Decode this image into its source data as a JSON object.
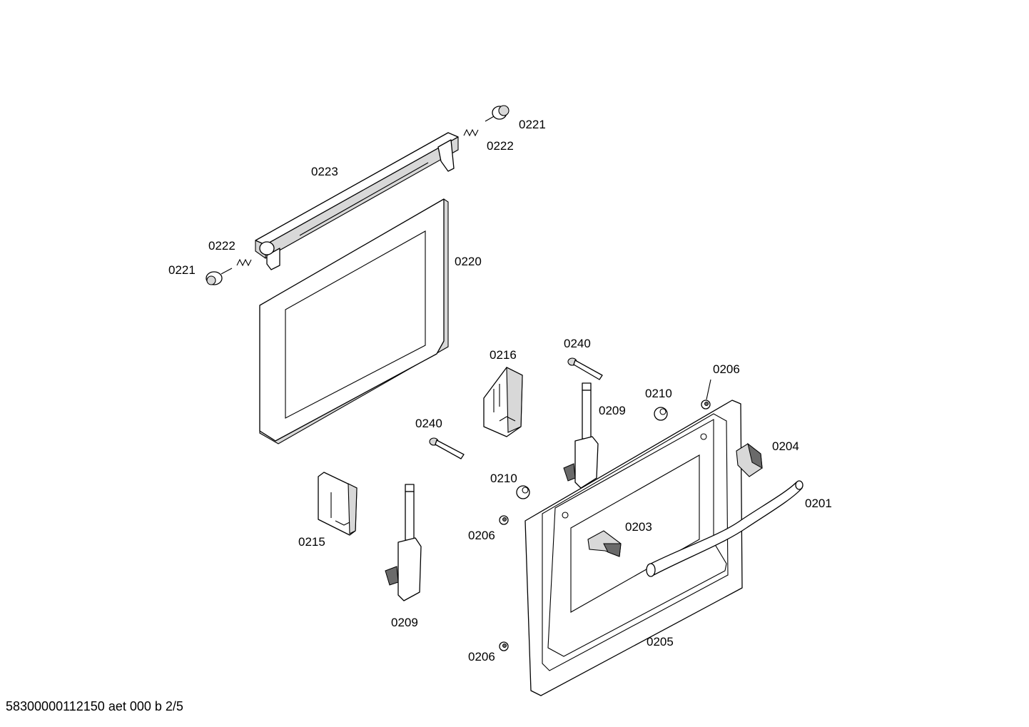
{
  "diagram": {
    "labels": {
      "p0221_top": "0221",
      "p0222_top": "0222",
      "p0223": "0223",
      "p0222_left": "0222",
      "p0221_left": "0221",
      "p0220": "0220",
      "p0216": "0216",
      "p0240_top": "0240",
      "p0206_top": "0206",
      "p0210_top": "0210",
      "p0209_right": "0209",
      "p0240_mid": "0240",
      "p0204": "0204",
      "p0210_mid": "0210",
      "p0201": "0201",
      "p0203": "0203",
      "p0206_mid": "0206",
      "p0215": "0215",
      "p0209_bottom": "0209",
      "p0205": "0205",
      "p0206_bottom": "0206"
    }
  },
  "footer": {
    "doc_code": "58300000112150 aet 000 b 2/5"
  }
}
